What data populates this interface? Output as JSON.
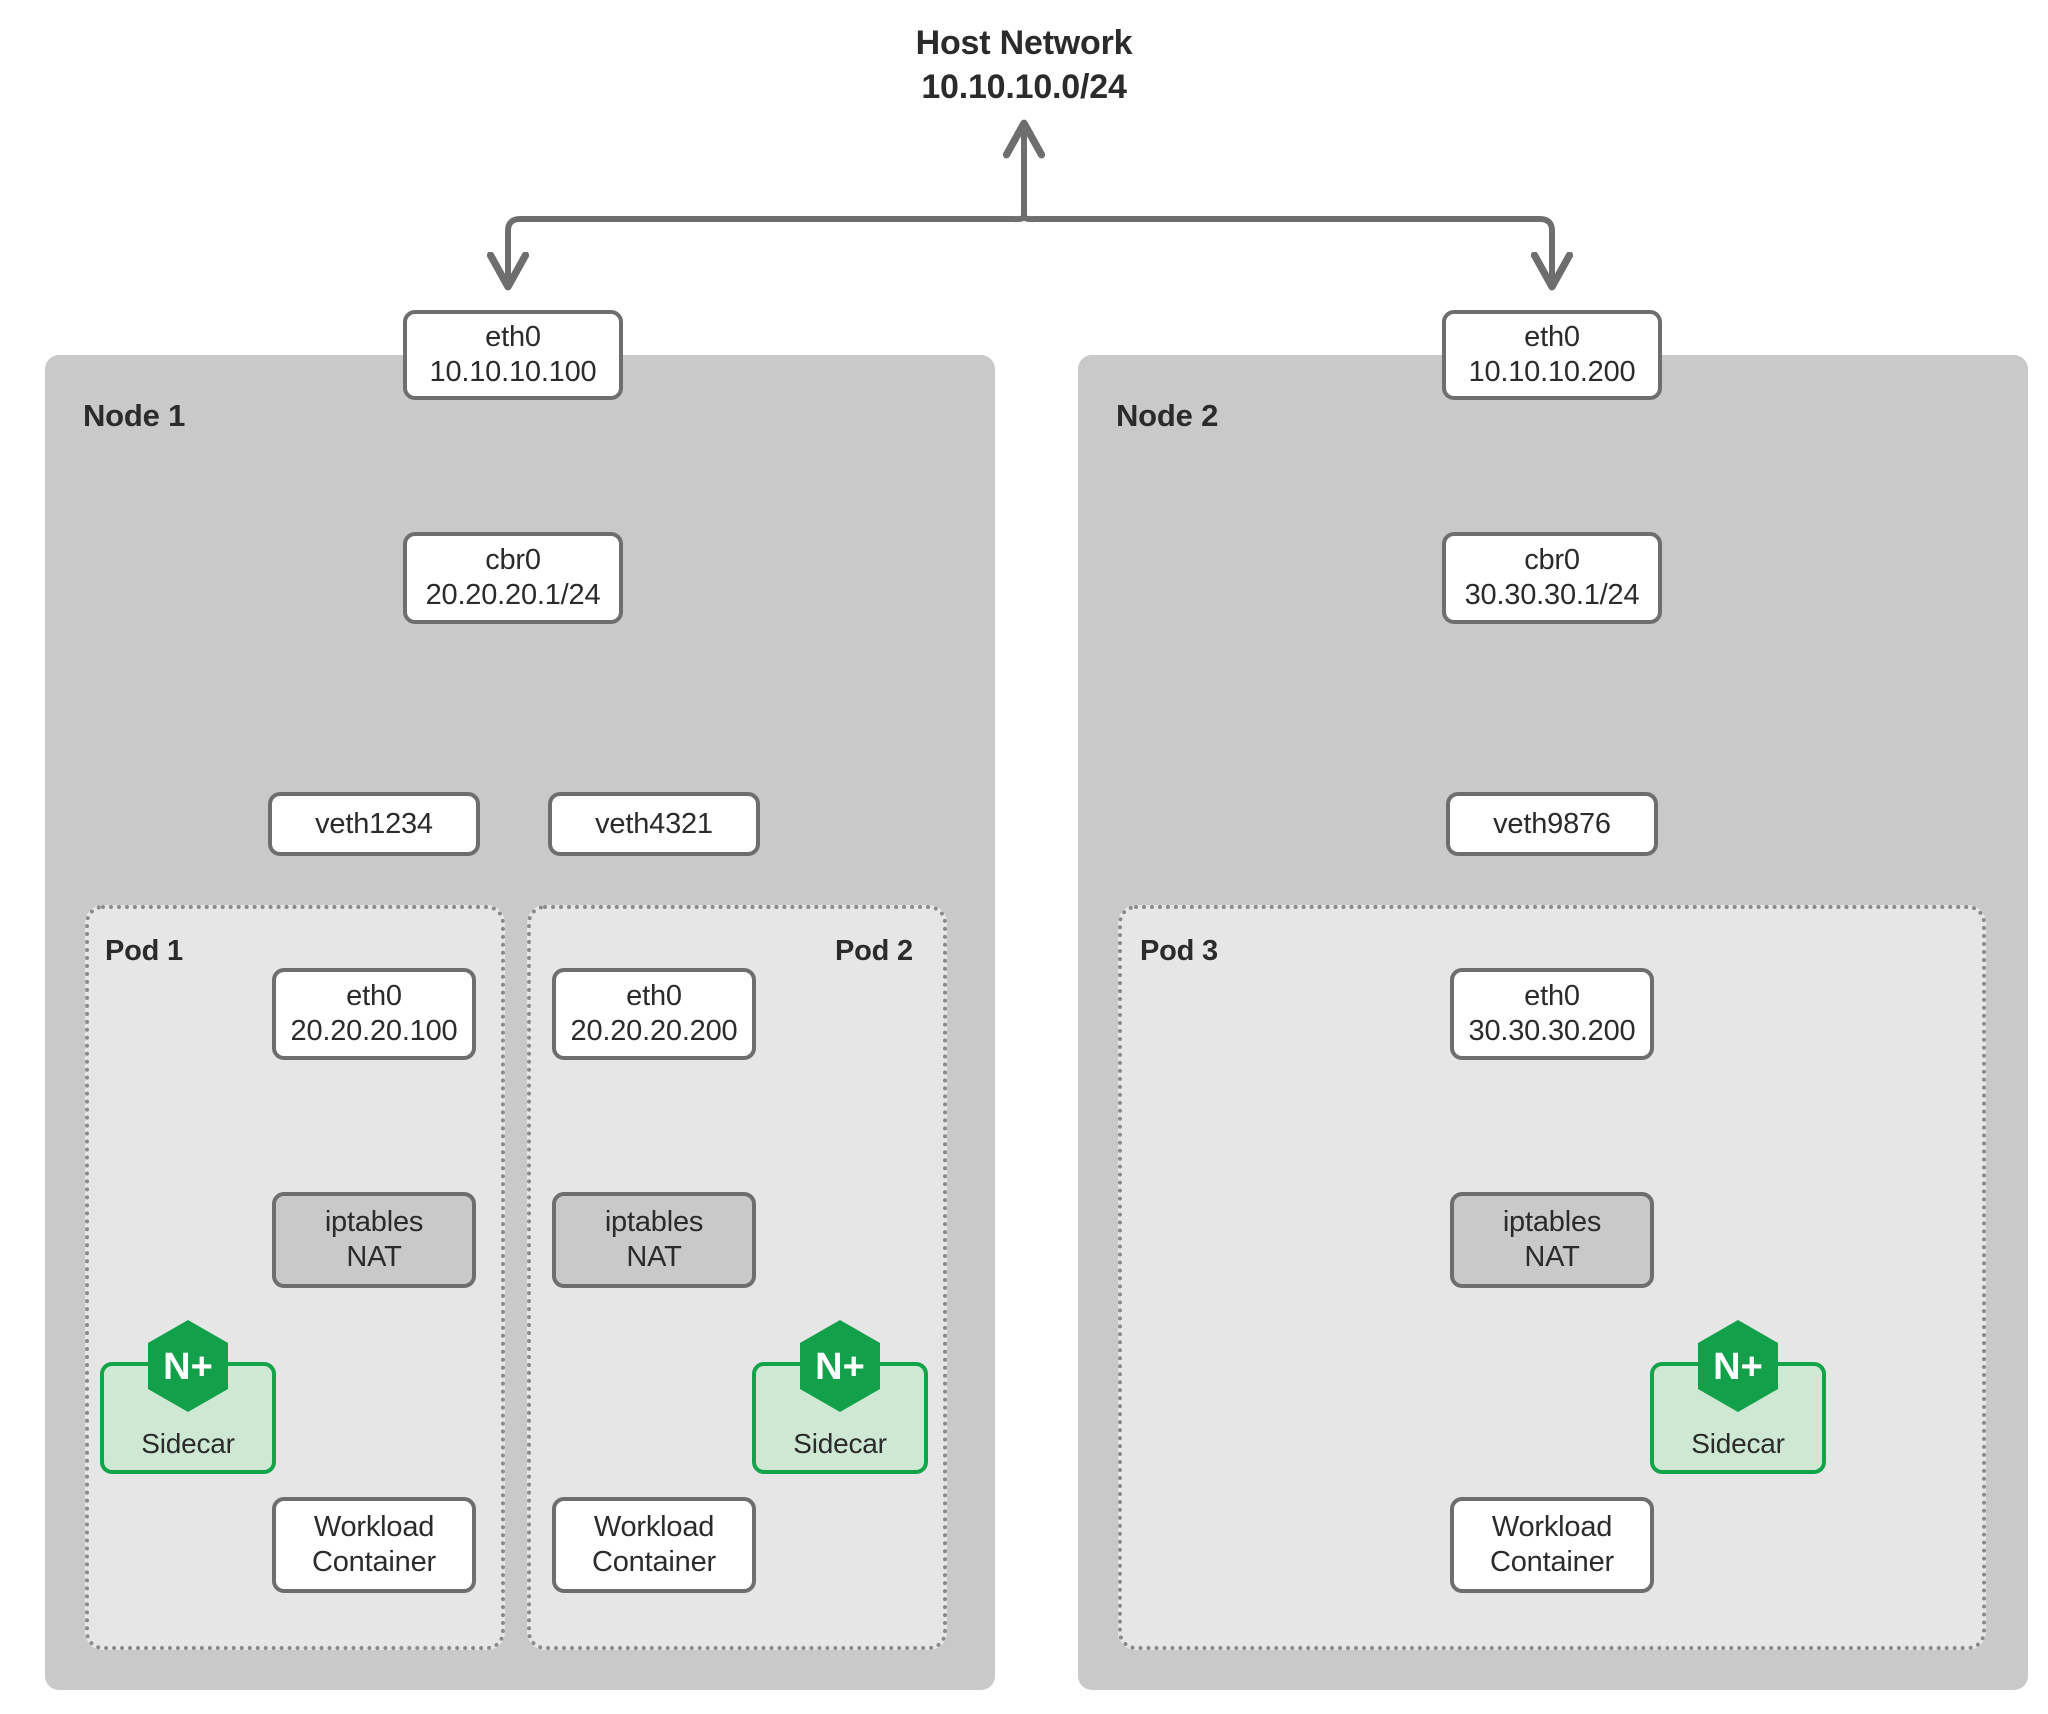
{
  "diagram": {
    "title_line1": "Host Network",
    "title_line2": "10.10.10.0/24"
  },
  "nodes": [
    {
      "label": "Node 1",
      "host_nic": {
        "line1": "eth0",
        "line2": "10.10.10.100"
      },
      "bridge": {
        "line1": "cbr0",
        "line2": "20.20.20.1/24"
      },
      "veths": [
        {
          "label": "veth1234"
        },
        {
          "label": "veth4321"
        }
      ],
      "pods": [
        {
          "label": "Pod 1",
          "eth": {
            "line1": "eth0",
            "line2": "20.20.20.100"
          },
          "nat": {
            "line1": "iptables",
            "line2": "NAT"
          },
          "sidecar": {
            "label": "Sidecar",
            "badge": "N+"
          },
          "workload": {
            "line1": "Workload",
            "line2": "Container"
          }
        },
        {
          "label": "Pod 2",
          "eth": {
            "line1": "eth0",
            "line2": "20.20.20.200"
          },
          "nat": {
            "line1": "iptables",
            "line2": "NAT"
          },
          "sidecar": {
            "label": "Sidecar",
            "badge": "N+"
          },
          "workload": {
            "line1": "Workload",
            "line2": "Container"
          }
        }
      ]
    },
    {
      "label": "Node 2",
      "host_nic": {
        "line1": "eth0",
        "line2": "10.10.10.200"
      },
      "bridge": {
        "line1": "cbr0",
        "line2": "30.30.30.1/24"
      },
      "veths": [
        {
          "label": "veth9876"
        }
      ],
      "pods": [
        {
          "label": "Pod 3",
          "eth": {
            "line1": "eth0",
            "line2": "30.30.30.200"
          },
          "nat": {
            "line1": "iptables",
            "line2": "NAT"
          },
          "sidecar": {
            "label": "Sidecar",
            "badge": "N+"
          },
          "workload": {
            "line1": "Workload",
            "line2": "Container"
          }
        }
      ]
    }
  ],
  "colors": {
    "node_fill": "#c9c9c9",
    "pod_fill": "#e6e6e6",
    "box_stroke": "#6e6e6e",
    "nat_fill": "#c9c9c9",
    "sidecar_fill": "#cfe8d4",
    "sidecar_stroke": "#13a44a",
    "badge_green": "#12a04a",
    "text": "#2b2b2b",
    "background": "#ffffff"
  }
}
